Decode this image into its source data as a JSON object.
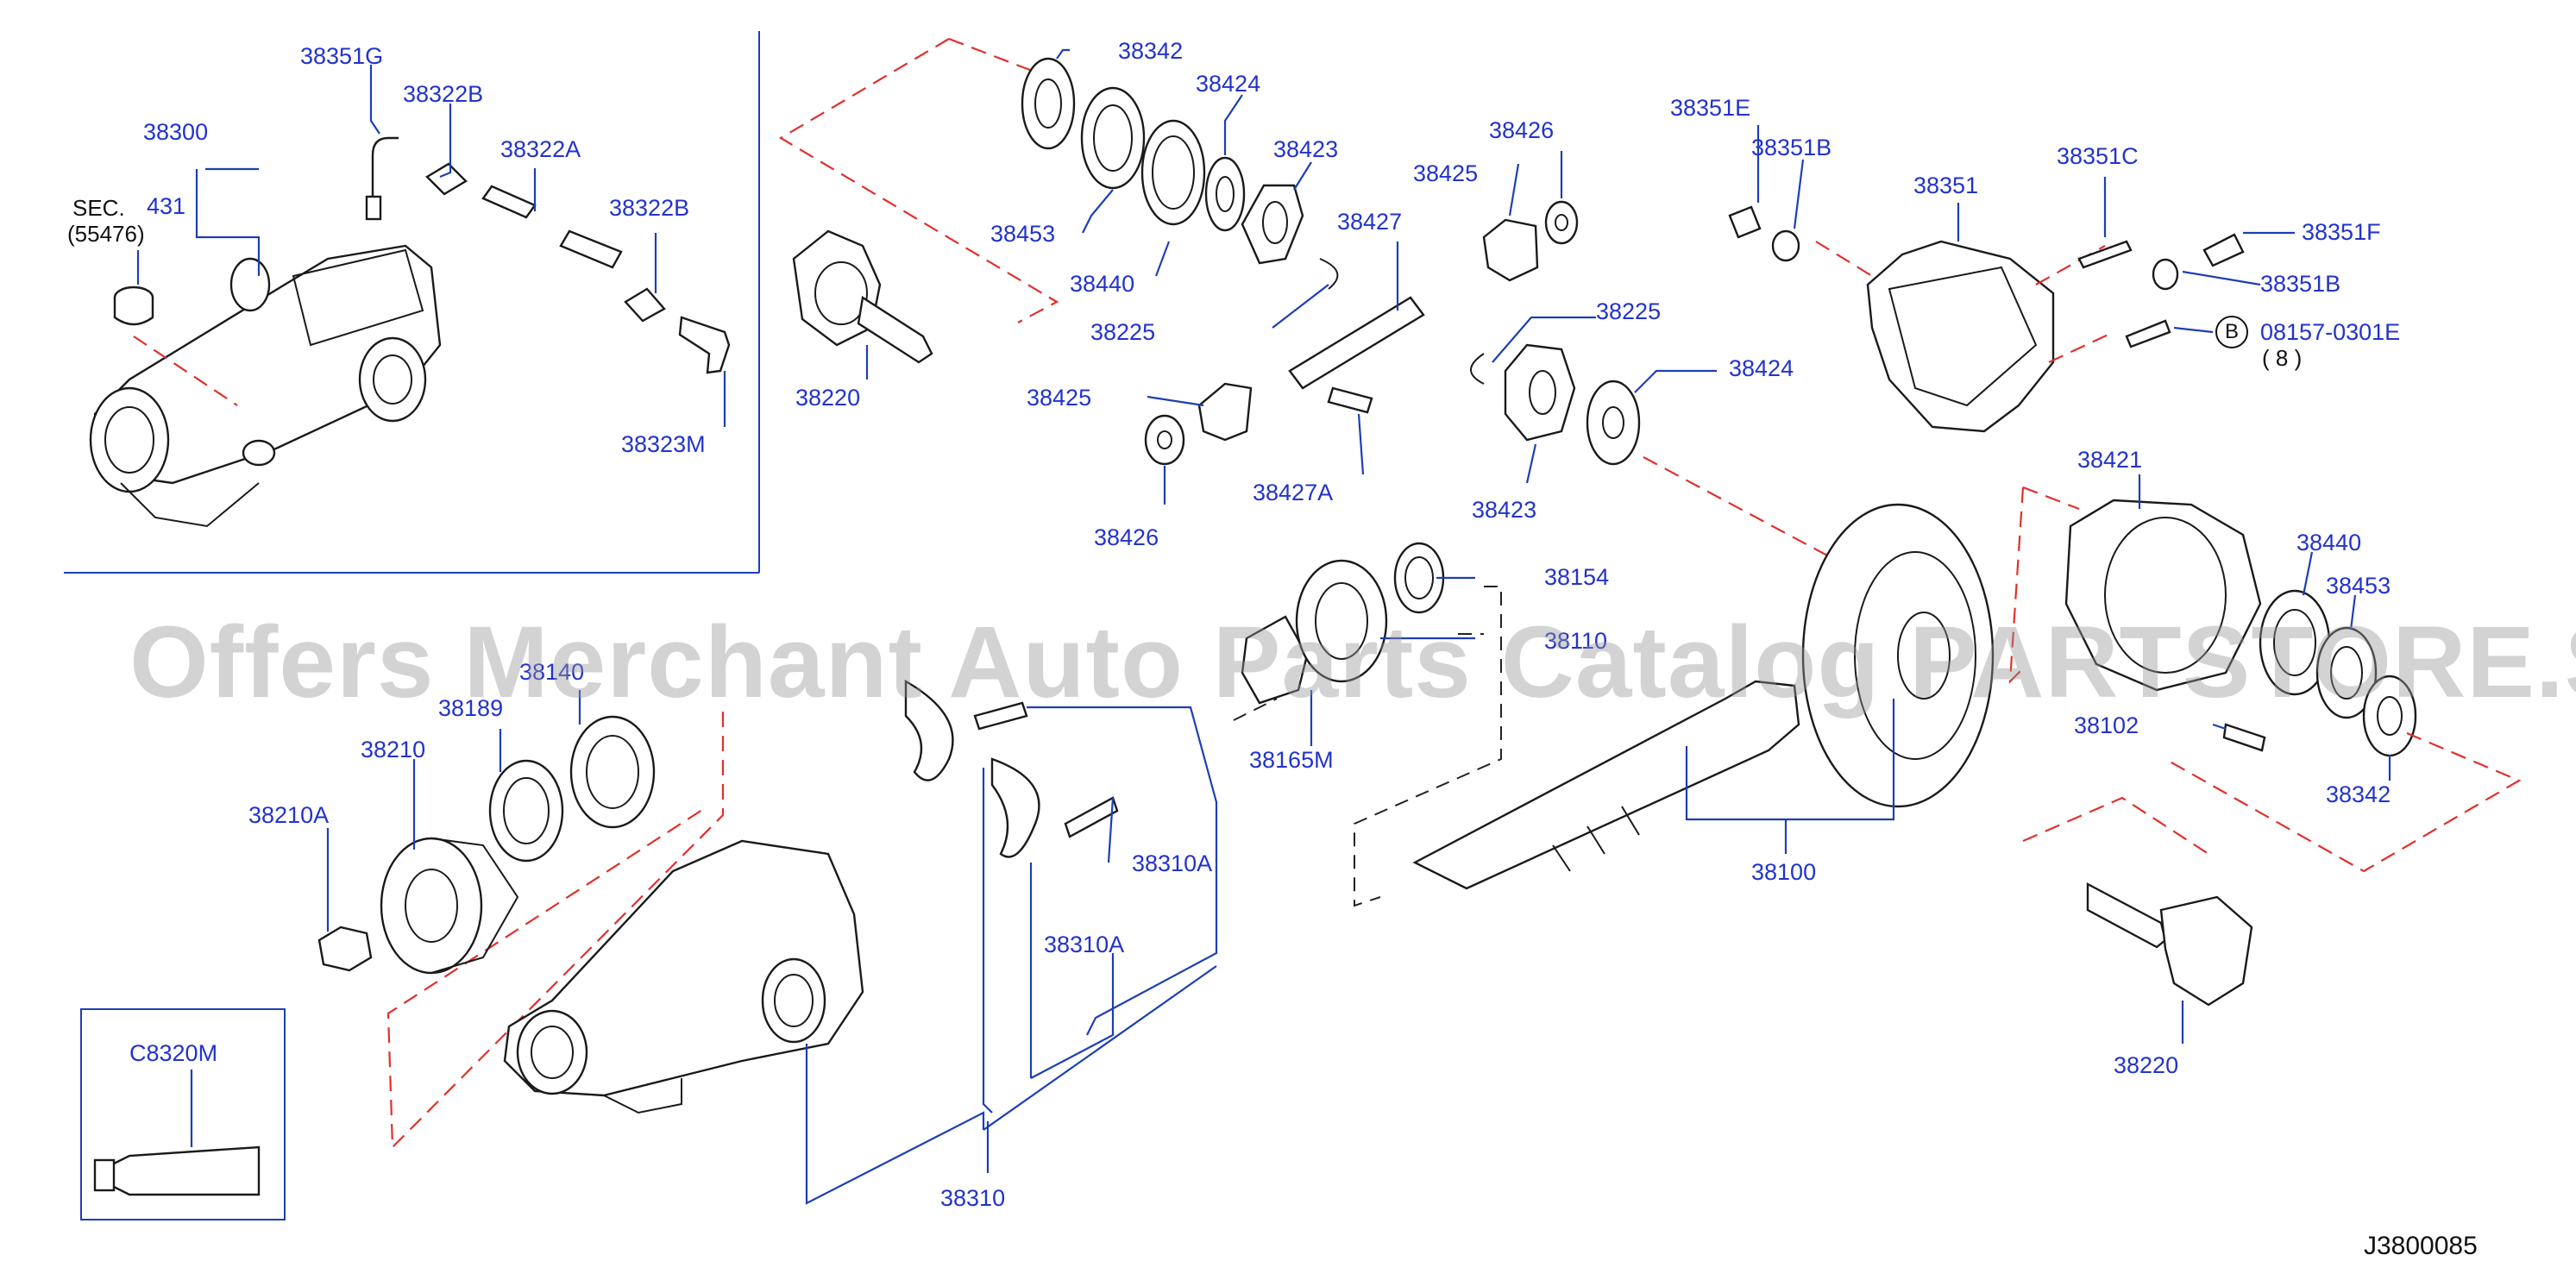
{
  "watermark": "Offers Merchant Auto Parts Catalog PARTSTORE.SA",
  "diagram_code": "J3800085",
  "sec_ref": {
    "prefix": "SEC.",
    "number": "431",
    "sub": "(55476)"
  },
  "bolt_spec": {
    "marker": "B",
    "number": "08157-0301E",
    "qty": "( 8 )"
  },
  "callouts": {
    "p38351G": "38351G",
    "p38322B_1": "38322B",
    "p38300": "38300",
    "p38322A": "38322A",
    "p38322B_2": "38322B",
    "p38323M": "38323M",
    "p38342_1": "38342",
    "p38424_1": "38424",
    "p38423_1": "38423",
    "p38453_1": "38453",
    "p38440_1": "38440",
    "p38427": "38427",
    "p38225_1": "38225",
    "p38220_1": "38220",
    "p38425_1": "38425",
    "p38427A": "38427A",
    "p38426_1": "38426",
    "p38426_2": "38426",
    "p38425_2": "38425",
    "p38225_2": "38225",
    "p38424_2": "38424",
    "p38423_2": "38423",
    "p38351E": "38351E",
    "p38351B_1": "38351B",
    "p38351": "38351",
    "p38351C": "38351C",
    "p38351F": "38351F",
    "p38351B_2": "38351B",
    "p38421": "38421",
    "p38440_2": "38440",
    "p38453_2": "38453",
    "p38102": "38102",
    "p38342_2": "38342",
    "p38220_2": "38220",
    "p38154": "38154",
    "p38110": "38110",
    "p38165M": "38165M",
    "p38100": "38100",
    "p38140": "38140",
    "p38189": "38189",
    "p38210": "38210",
    "p38210A": "38210A",
    "p38310A_1": "38310A",
    "p38310A_2": "38310A",
    "p38310": "38310",
    "pC8320M": "C8320M"
  }
}
